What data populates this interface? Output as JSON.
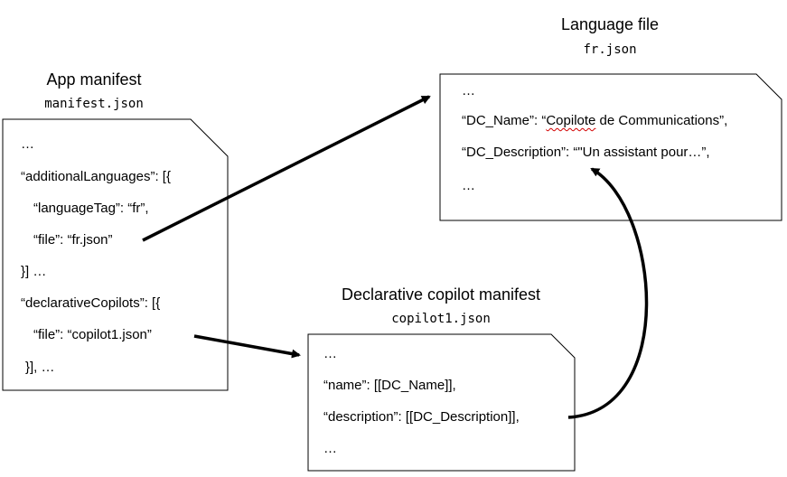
{
  "app_manifest": {
    "title": "App manifest",
    "filename": "manifest.json",
    "lines": [
      "…",
      "“additionalLanguages”: [{",
      "“languageTag”: “fr”,",
      "“file”: “fr.json”",
      "}] …",
      "“declarativeCopilots”: [{",
      "“file”: “copilot1.json”",
      "}], …"
    ]
  },
  "language_file": {
    "title": "Language file",
    "filename": "fr.json",
    "lines": [
      "…",
      "“DC_Name”: “",
      "Copilote",
      " de Communications”,",
      "“DC_Description”: “\"Un assistant pour…”,",
      "…"
    ]
  },
  "copilot_manifest": {
    "title": "Declarative copilot manifest",
    "filename": "copilot1.json",
    "lines": [
      "…",
      "“name”: [[DC_Name]],",
      "“description”: [[DC_Description]],",
      "…"
    ]
  },
  "colors": {
    "stroke": "#000000",
    "spellcheck": "#d20000"
  }
}
